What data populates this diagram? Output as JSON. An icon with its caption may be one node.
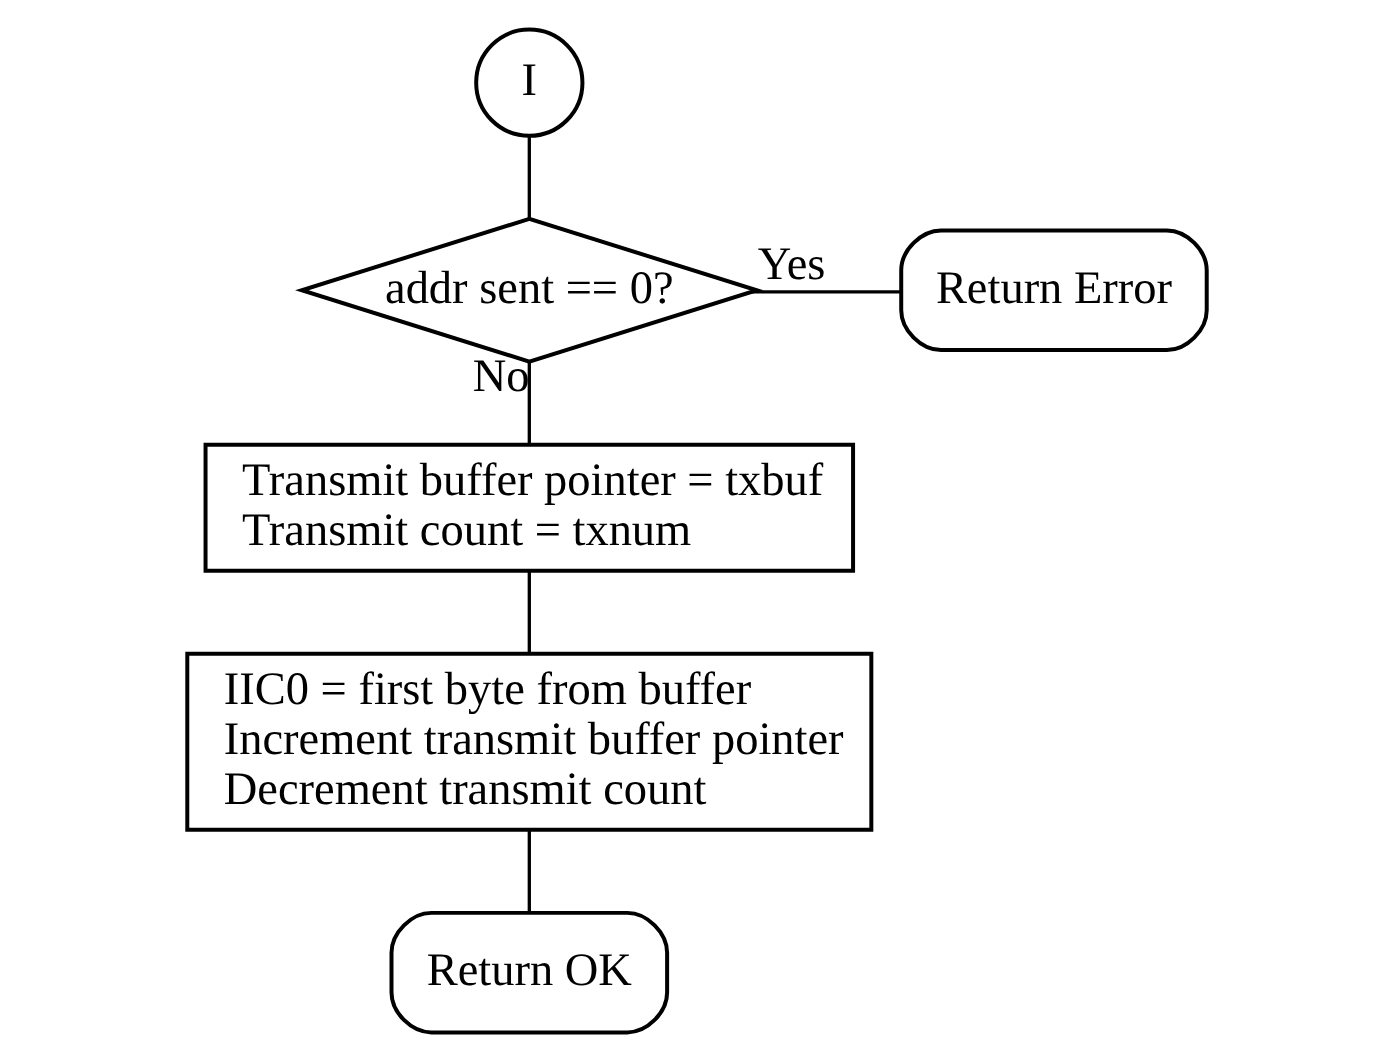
{
  "diagram": {
    "nodes": [
      {
        "text": [
          "I"
        ]
      },
      {
        "text": [
          "addr sent == 0?"
        ]
      },
      {
        "text": [
          "Return Error"
        ]
      },
      {
        "text": [
          "Transmit buffer pointer = txbuf",
          "Transmit count = txnum"
        ]
      },
      {
        "text": [
          "IIC0 = first byte from buffer",
          "Increment transmit buffer pointer",
          "Decrement transmit count"
        ]
      },
      {
        "text": [
          "Return OK"
        ]
      }
    ],
    "edges": [
      {
        "from": 0,
        "to": 1,
        "arrow": "none"
      },
      {
        "from": 1,
        "to": 2,
        "arrow": "none",
        "label": "Yes"
      },
      {
        "from": 1,
        "to": 3,
        "arrow": "none",
        "label": "No"
      },
      {
        "from": 3,
        "to": 4,
        "arrow": "none"
      },
      {
        "from": 4,
        "to": 5,
        "arrow": "none"
      }
    ]
  }
}
